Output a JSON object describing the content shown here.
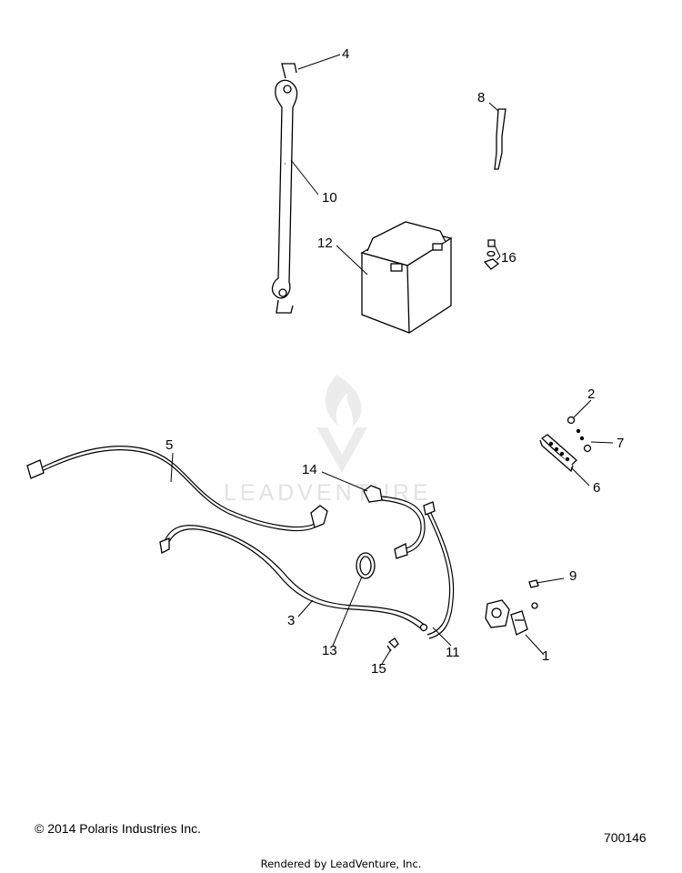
{
  "watermark": {
    "text": "LEADVENTURE"
  },
  "callouts": {
    "c1": "1",
    "c2": "2",
    "c3": "3",
    "c4": "4",
    "c5": "5",
    "c6": "6",
    "c7": "7",
    "c8": "8",
    "c9": "9",
    "c10": "10",
    "c11": "11",
    "c12": "12",
    "c13": "13",
    "c14": "14",
    "c15": "15",
    "c16": "16"
  },
  "footer": {
    "copyright": "© 2014 Polaris Industries Inc.",
    "figure_id": "700146",
    "rendered_by": "Rendered by LeadVenture, Inc."
  }
}
